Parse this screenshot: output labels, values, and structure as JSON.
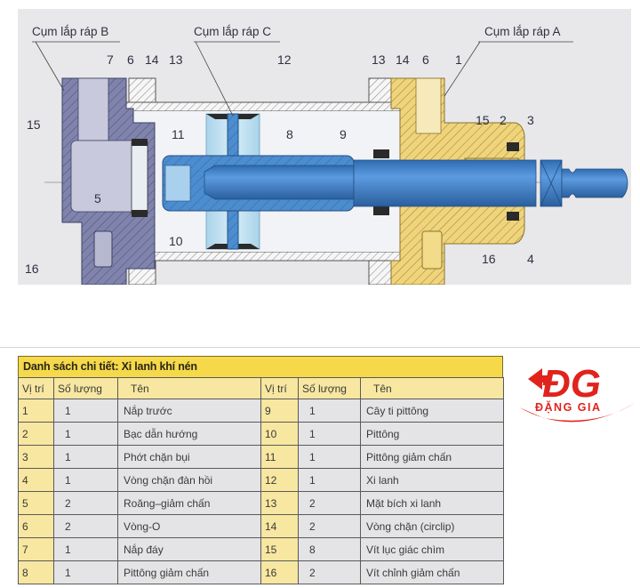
{
  "diagram": {
    "title_labels": {
      "assembly_b": "Cụm lắp ráp B",
      "assembly_c": "Cụm lắp ráp C",
      "assembly_a": "Cụm lắp ráp A"
    },
    "callouts": {
      "b_7": "7",
      "b_6": "6",
      "b_14": "14",
      "b_13": "13",
      "b_15": "15",
      "b_5": "5",
      "b_16": "16",
      "c_12": "12",
      "c_11": "11",
      "c_8": "8",
      "c_9": "9",
      "c_10": "10",
      "a_13": "13",
      "a_14": "14",
      "a_6": "6",
      "a_1": "1",
      "a_15": "15",
      "a_2": "2",
      "a_3": "3",
      "a_16": "16",
      "a_4": "4"
    },
    "colors": {
      "panel_bg": "#e8e8ea",
      "assembly_b": "#7d80a8",
      "assembly_a": "#ecd27a",
      "piston_rod": "#3f7fc4",
      "cylinder_tube": "#ffffff",
      "flange": "#f4f4f4"
    }
  },
  "parts_table": {
    "title": "Danh sách chi tiết: Xi lanh khí nén",
    "headers": [
      "Vị trí",
      "Số lượng",
      "Tên",
      "Vị trí",
      "Số lượng",
      "Tên"
    ],
    "rows": [
      {
        "left": {
          "pos": "1",
          "qty": "1",
          "name": "Nắp trước"
        },
        "right": {
          "pos": "9",
          "qty": "1",
          "name": "Cây ti pittông"
        }
      },
      {
        "left": {
          "pos": "2",
          "qty": "1",
          "name": "Bạc dẫn hướng"
        },
        "right": {
          "pos": "10",
          "qty": "1",
          "name": "Pittông"
        }
      },
      {
        "left": {
          "pos": "3",
          "qty": "1",
          "name": "Phớt chặn bụi"
        },
        "right": {
          "pos": "11",
          "qty": "1",
          "name": "Pittông giảm chấn"
        }
      },
      {
        "left": {
          "pos": "4",
          "qty": "1",
          "name": "Vòng chặn đàn hồi"
        },
        "right": {
          "pos": "12",
          "qty": "1",
          "name": "Xi lanh"
        }
      },
      {
        "left": {
          "pos": "5",
          "qty": "2",
          "name": "Roăng–giảm chấn"
        },
        "right": {
          "pos": "13",
          "qty": "2",
          "name": "Mặt bích xi lanh"
        }
      },
      {
        "left": {
          "pos": "6",
          "qty": "2",
          "name": "Vòng-O"
        },
        "right": {
          "pos": "14",
          "qty": "2",
          "name": "Vòng chặn (circlip)"
        }
      },
      {
        "left": {
          "pos": "7",
          "qty": "1",
          "name": "Nắp đáy"
        },
        "right": {
          "pos": "15",
          "qty": "8",
          "name": "Vít lục giác chìm"
        }
      },
      {
        "left": {
          "pos": "8",
          "qty": "1",
          "name": "Pittông giảm chấn"
        },
        "right": {
          "pos": "16",
          "qty": "2",
          "name": "Vít chỉnh giảm chấn"
        }
      }
    ]
  },
  "logo": {
    "mark": "ĐG",
    "text": "ĐẶNG GIA",
    "color": "#e0231c"
  }
}
